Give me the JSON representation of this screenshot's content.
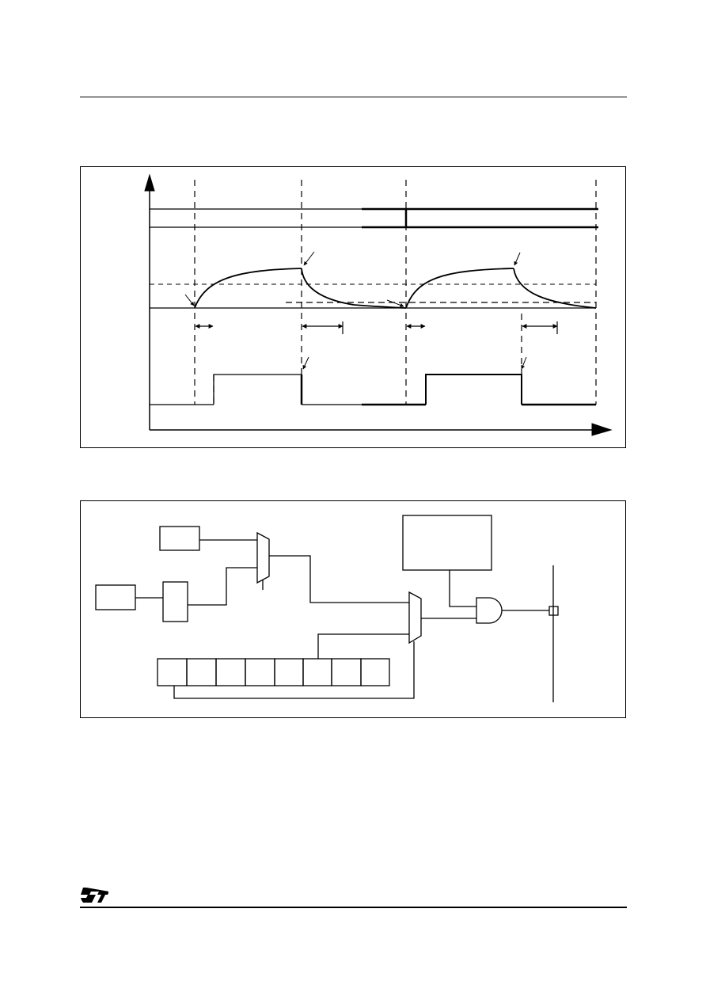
{
  "page": {
    "logo_name": "st-logo",
    "figures": [
      {
        "name": "timing-diagram"
      },
      {
        "name": "block-diagram"
      }
    ]
  },
  "colors": {
    "ink": "#000000",
    "paper": "#ffffff"
  }
}
